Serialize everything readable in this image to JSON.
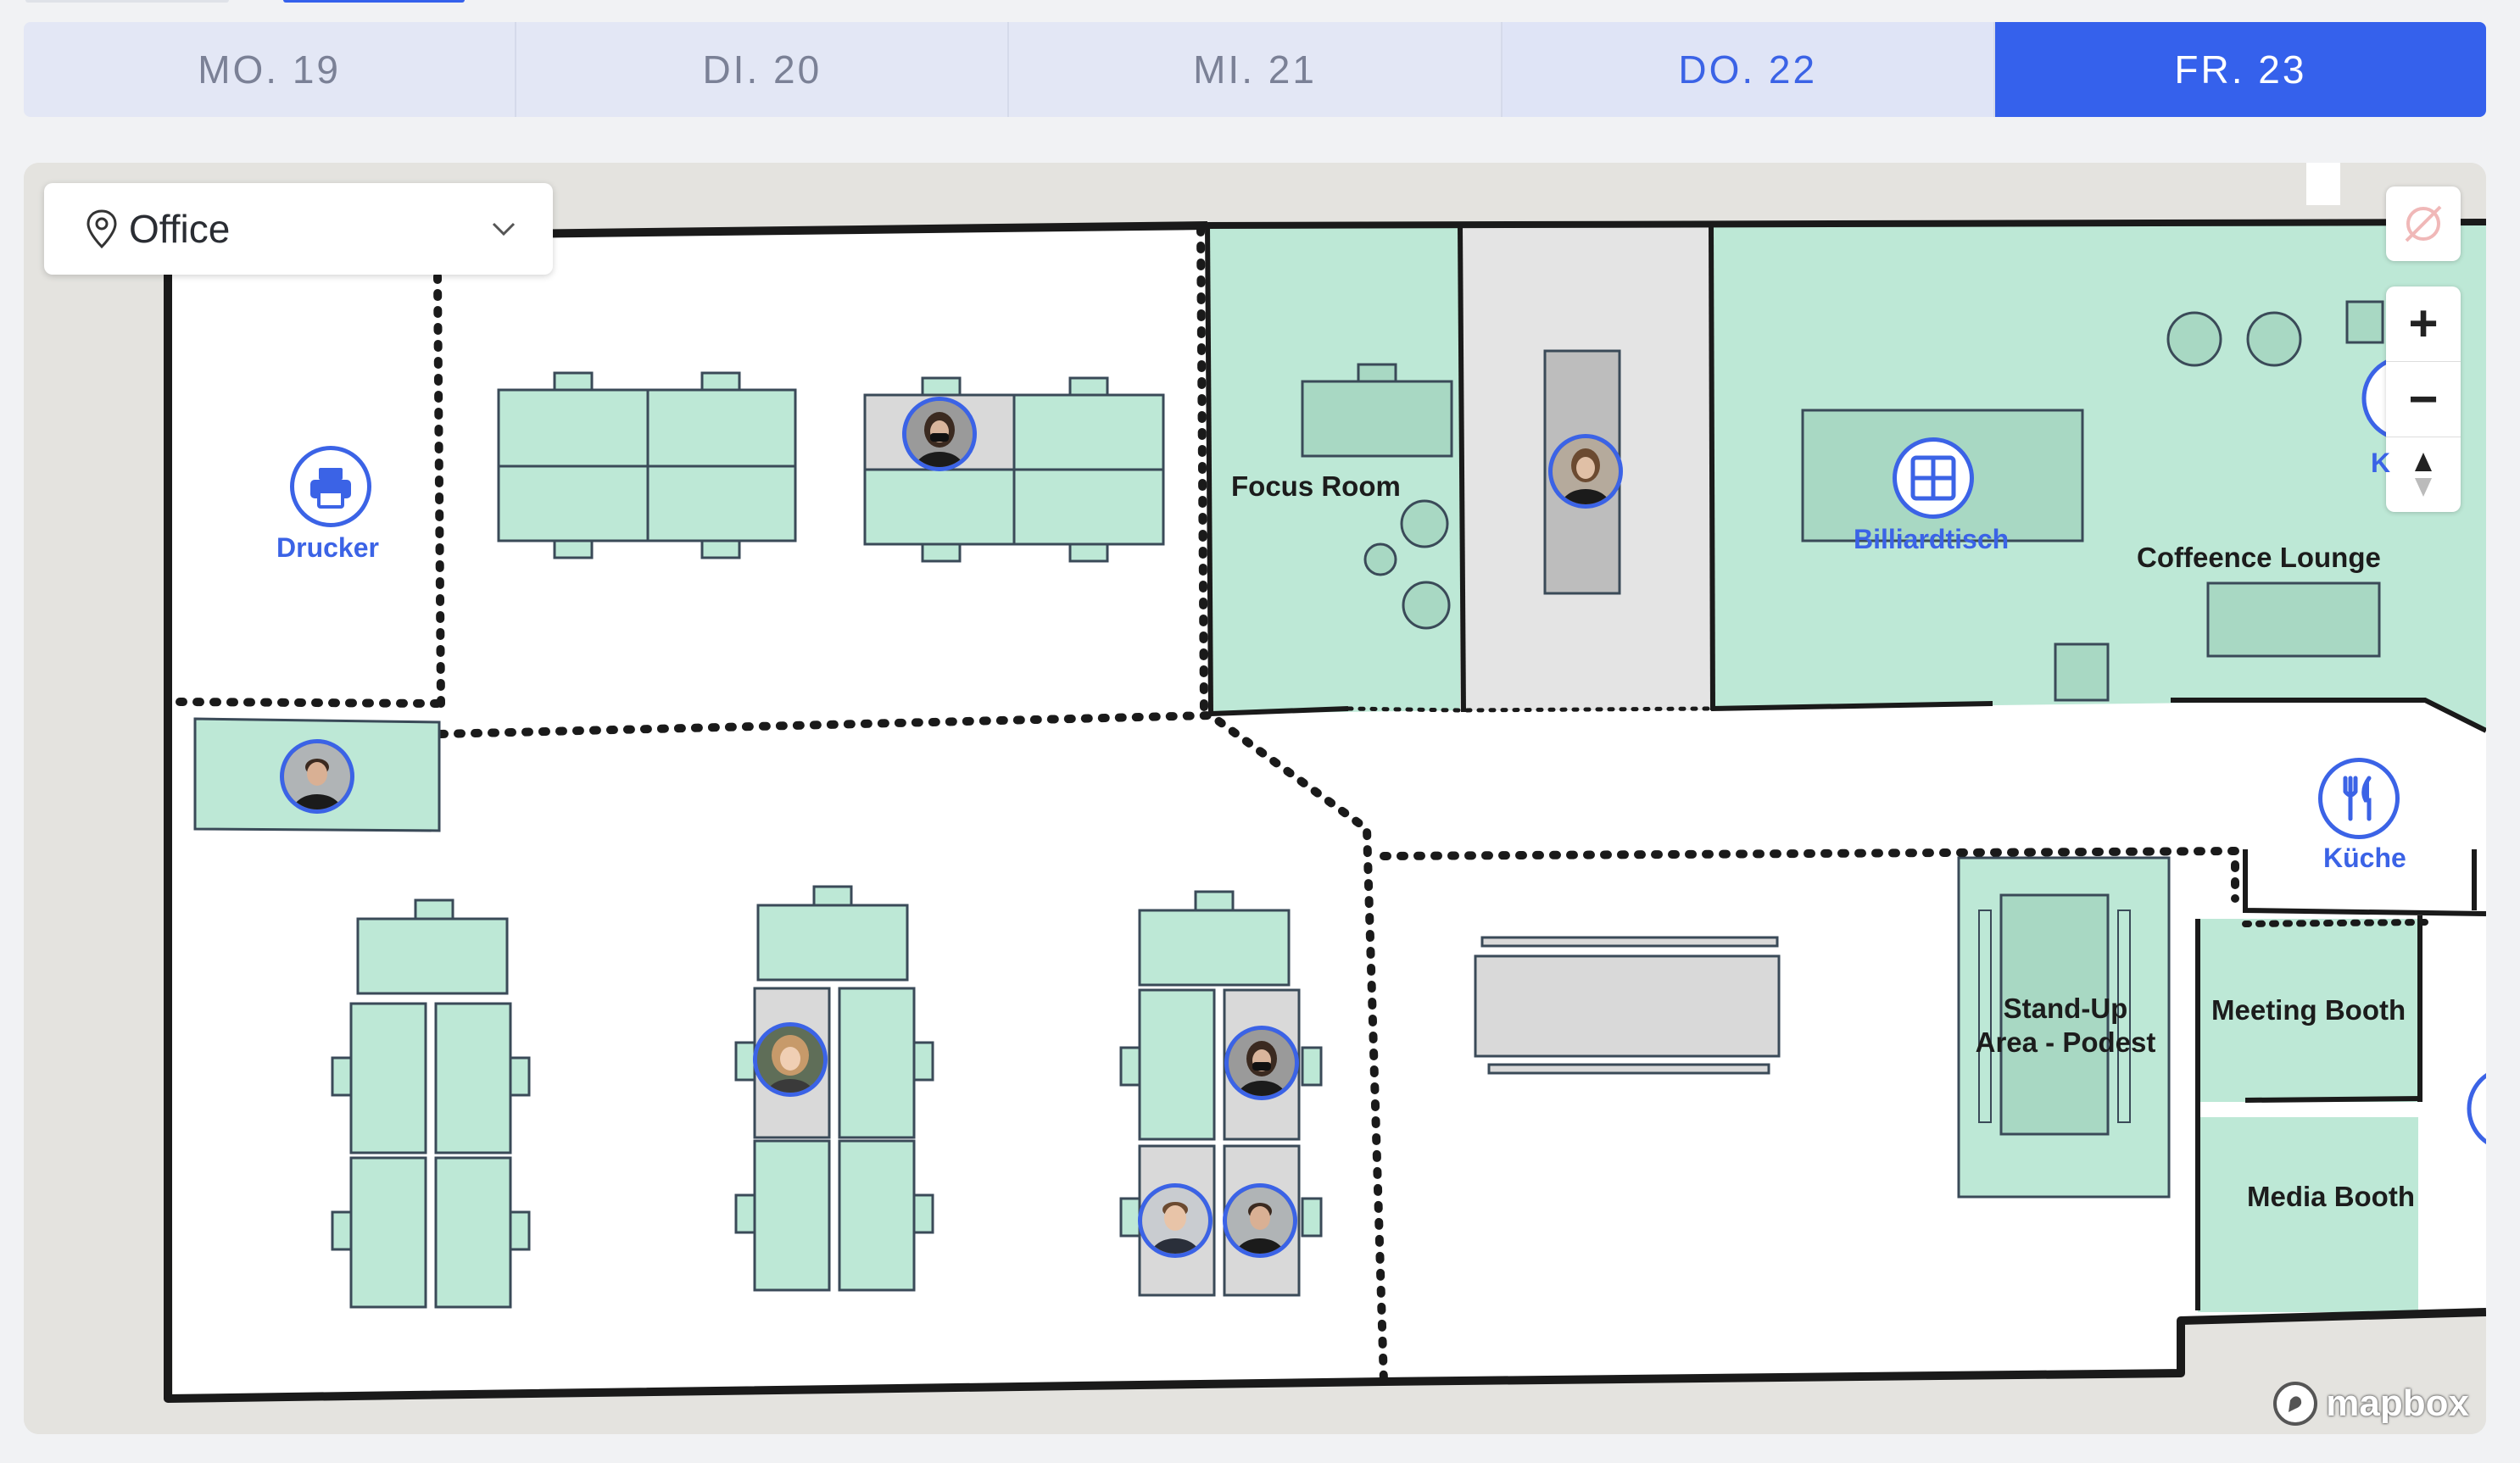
{
  "days": [
    {
      "label": "MO. 19",
      "state": "normal"
    },
    {
      "label": "DI. 20",
      "state": "normal"
    },
    {
      "label": "MI. 21",
      "state": "normal"
    },
    {
      "label": "DO. 22",
      "state": "today"
    },
    {
      "label": "FR. 23",
      "state": "selected"
    }
  ],
  "location": {
    "label": "Office",
    "icon": "map-pin-icon"
  },
  "map_controls": {
    "compass_icon": "compass-disabled-icon",
    "zoom_in": "+",
    "zoom_out": "−"
  },
  "poi": {
    "printer": "Drucker",
    "billiards": "Billiardtisch",
    "kitchen": "Küche",
    "kitchen_partial": "K"
  },
  "rooms": {
    "focus_room": "Focus Room",
    "coffee_lounge": "Coffeence Lounge",
    "standup_line1": "Stand-Up",
    "standup_line2": "Area - Podest",
    "meeting_booth": "Meeting Booth",
    "media_booth": "Media Booth"
  },
  "attribution": "mapbox",
  "colors": {
    "accent": "#3561ec",
    "room_fill": "#bde8d6",
    "desk_fill": "#bde8d6",
    "occupied_desk": "#d9d9d9",
    "wall": "#1a1a1a"
  }
}
